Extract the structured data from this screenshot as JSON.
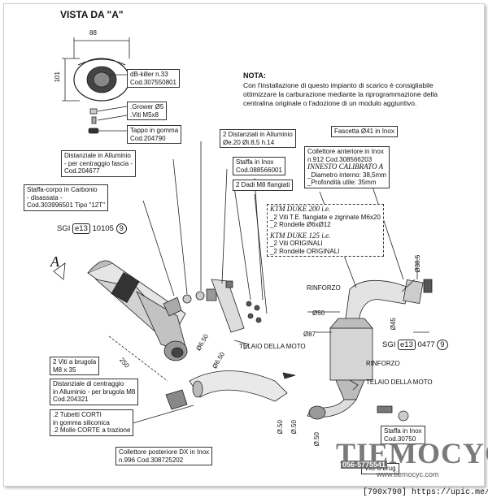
{
  "view_title": "VISTA DA \"A\"",
  "dims": {
    "width_88": "88",
    "height_101": "101",
    "d_385": "Ø38.5",
    "d_50": "Ø50",
    "d_45": "Ø45",
    "d_87": "Ø87",
    "len_250": "250",
    "d_650a": "Ø6.50",
    "d_650b": "Ø6.50",
    "d_050a": "Ø.50",
    "d_050b": "Ø.50",
    "d_050c": "Ø.50"
  },
  "labels": {
    "db_killer": [
      "dB-killer n.33",
      "Cod.307550801"
    ],
    "grower": [
      ".Grower Ø5",
      ".Viti M5x8"
    ],
    "tappo": [
      "Tappo in gomma",
      "Cod.204790"
    ],
    "nota_title": "NOTA:",
    "nota_lines": [
      "Con l'installazione di questo impianto di scarico è consigliabile",
      "ottimizzare la carburazione mediante la riprogrammazione della",
      "centralina originale o l'adozione di un modulo aggiuntivo."
    ],
    "distanziali": [
      "2 Distanziali in Alluminio",
      "Øe.20  Øi.8,5  h.14"
    ],
    "fascetta": "Fascetta Ø41 in Inox",
    "distanziale_fascia": [
      "Distanziale in Alluminio",
      "- per centraggio fascia -",
      "Cod.204677"
    ],
    "staffa_inox": [
      "Staffa in Inox",
      "Cod.088566001"
    ],
    "collettore_ant": [
      "Collettore anteriore in Inox",
      "n.912  Cod.308566203"
    ],
    "innesto": "INNESTO CALIBRATO A",
    "innesto_lines": [
      "_Diametro interno: 38,5mm",
      "_Profondità utile: 35mm"
    ],
    "dadi": "2 Dadi M8 flangiati",
    "staffa_carbonio": [
      "Staffa-corpo in Carbonio",
      "- disassata -",
      "Cod.303996501  Tipo \"12T\""
    ],
    "ktm200": "KTM DUKE 200 i.e.",
    "ktm200_lines": [
      "_2 Viti T.E. flangiate e zigrinate M6x20",
      "_2 Rondelle Ø6xØ12"
    ],
    "ktm125": "KTM DUKE 125 i.e.",
    "ktm125_lines": [
      "_2 Viti ORIGINALI",
      "_2 Rondelle ORIGINALI"
    ],
    "sgi_left": [
      "SGI",
      "e13",
      "10105",
      "9"
    ],
    "sgi_right": [
      "SGI",
      "e13",
      "0477",
      "9"
    ],
    "view_a": "A",
    "rinforzo1": "RINFORZO",
    "rinforzo2": "RINFORZO",
    "telaio1": "TELAIO DELLA MOTO",
    "telaio2": "TELAIO DELLA MOTO",
    "viti_brugola": [
      "2 Viti a brugola",
      "M8 x 35"
    ],
    "distanziale_centraggio": [
      "Distanziale di centraggio",
      "in Alluminio - per brugola M8",
      "Cod.204321"
    ],
    "tubetti": [
      ".2 Tubetti CORTI",
      " in gomma siliconica",
      ".2 Molle CORTE a trazione"
    ],
    "collettore_post": [
      "Collettore posteriore DX in Inox",
      "n.996  Cod.308725202"
    ],
    "staffa_inox2": [
      "Staffa in Inox",
      "Cod.30750"
    ],
    "vite_brugola2": "Vite a brug",
    "brand_logo": "TIEMOCYC",
    "brand_phone": "056-5775541",
    "brand_web": "www.tiemocyc.com"
  },
  "footer": "[790x790] https://upic.me/"
}
